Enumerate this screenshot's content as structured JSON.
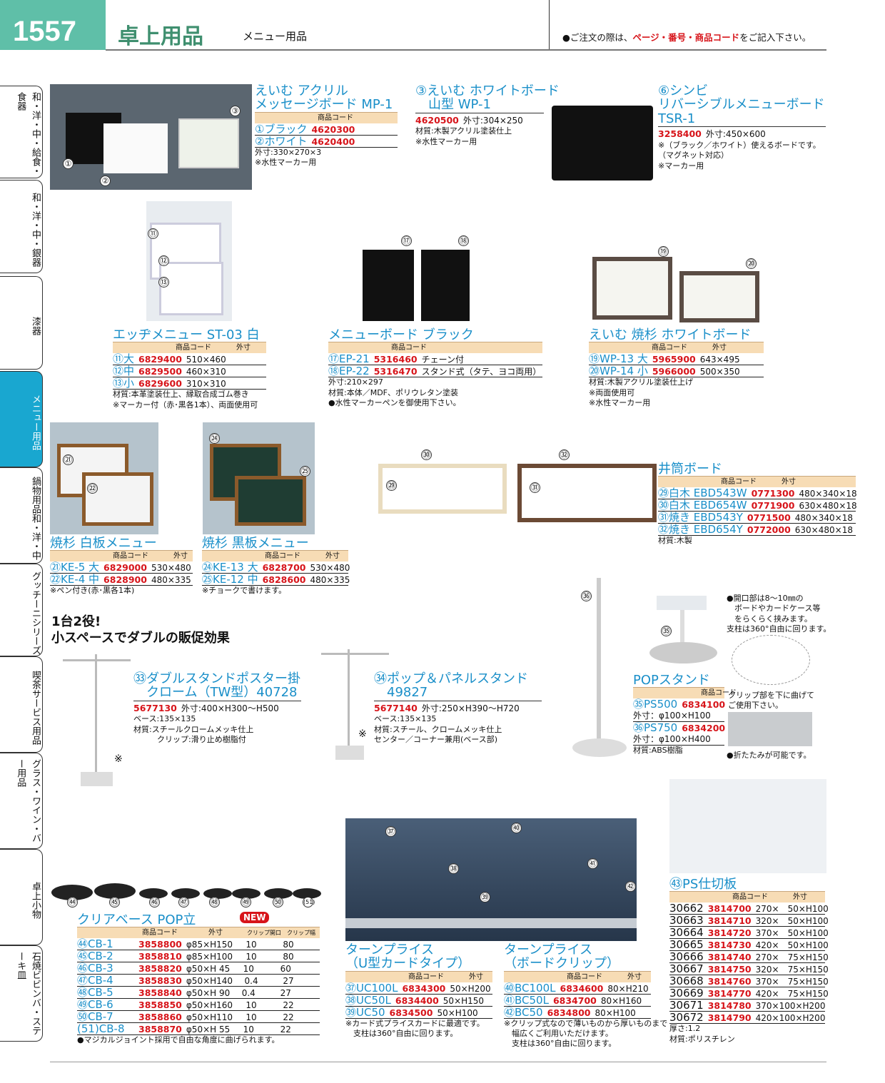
{
  "header": {
    "page_no": "1557",
    "category": "卓上用品",
    "subcategory": "メニュー用品",
    "order_pre": "●ご注文の際は、",
    "order_hl": "ページ・番号・商品コード",
    "order_post": "をご記入下さい。"
  },
  "colors": {
    "accent_green": "#5fbfa8",
    "accent_blue": "#1a8fc9",
    "code_red": "#d7141a",
    "active_tab": "#19a7d0",
    "table_header": "#f7dcb5"
  },
  "tabs": [
    {
      "label": "和・洋・中・給食・食器"
    },
    {
      "label": "和・洋・中・銀器"
    },
    {
      "label": "漆器"
    },
    {
      "label": "メニュー用品",
      "active": true
    },
    {
      "label": "鍋物用品和・洋・中"
    },
    {
      "label": "グッチーニシリーズ"
    },
    {
      "label": "喫茶サービス用品"
    },
    {
      "label": "グラス・ワイン・バー用品"
    },
    {
      "label": "卓上小物"
    },
    {
      "label": "石焼ビビンバ・ステーキ皿"
    }
  ],
  "tagline": [
    "1台2役!",
    "小スペースでダブルの販促効果"
  ],
  "new_badge": "NEW",
  "blocks": {
    "mp1": {
      "title": [
        "えいむ アクリル",
        "メッセージボード MP-1"
      ],
      "header": [
        "",
        "商品コード"
      ],
      "rows": [
        {
          "name": "①ブラック",
          "code": "4620300"
        },
        {
          "name": "②ホワイト",
          "code": "4620400"
        }
      ],
      "notes": [
        "外寸:330×270×3",
        "※水性マーカー用"
      ]
    },
    "wp1": {
      "title": [
        "③えいむ ホワイトボード",
        "　山型 WP-1"
      ],
      "line": true,
      "plain": [
        {
          "code": "4620500",
          "size": "外寸:304×250"
        }
      ],
      "notes": [
        "材質:木製アクリル塗装仕上",
        "※水性マーカー用"
      ]
    },
    "tsr1": {
      "title": [
        "⑥シンビ",
        "リバーシブルメニューボード",
        "TSR-1"
      ],
      "line": true,
      "plain": [
        {
          "code": "3258400",
          "size": "外寸:450×600"
        }
      ],
      "notes": [
        "※（ブラック／ホワイト）使えるボードです。",
        "（マグネット対応）",
        "※マーカー用"
      ]
    },
    "st03": {
      "title": [
        "エッヂメニュー ST-03 白"
      ],
      "header": [
        "",
        "商品コード",
        "外寸"
      ],
      "rows": [
        {
          "name": "⑪大",
          "code": "6829400",
          "size": "510×460"
        },
        {
          "name": "⑫中",
          "code": "6829500",
          "size": "460×310"
        },
        {
          "name": "⑬小",
          "code": "6829600",
          "size": "310×310"
        }
      ],
      "notes": [
        "材質:本革塗装仕上、縁取合成ゴム巻き",
        "※マーカー付（赤･黒各1本）、両面使用可"
      ]
    },
    "ep": {
      "title": [
        "メニューボード ブラック"
      ],
      "header": [
        "",
        "商品コード"
      ],
      "rows": [
        {
          "name": "⑰EP-21",
          "code": "5316460",
          "size": "チェーン付"
        },
        {
          "name": "⑱EP-22",
          "code": "5316470",
          "size": "スタンド式（タテ、ヨコ両用）"
        }
      ],
      "notes": [
        "外寸:210×297",
        "材質:本体／MDF、ポリウレタン塗装",
        "●水性マーカーペンを御使用下さい。"
      ]
    },
    "wp13": {
      "title": [
        "えいむ 焼杉 ホワイトボード"
      ],
      "header": [
        "",
        "商品コード",
        "外寸"
      ],
      "rows": [
        {
          "name": "⑲WP-13 大",
          "code": "5965900",
          "size": "643×495"
        },
        {
          "name": "⑳WP-14 小",
          "code": "5966000",
          "size": "500×350"
        }
      ],
      "notes": [
        "材質:木製アクリル塗装仕上げ",
        "※両面使用可",
        "※水性マーカー用"
      ]
    },
    "idutsu": {
      "title": [
        "井筒ボード"
      ],
      "header": [
        "",
        "商品コード",
        "外寸"
      ],
      "rows": [
        {
          "name": "㉙白木 EBD543W",
          "code": "0771300",
          "size": "480×340×18"
        },
        {
          "name": "㉚白木 EBD654W",
          "code": "0771900",
          "size": "630×480×18"
        },
        {
          "name": "㉛焼き EBD543Y",
          "code": "0771500",
          "size": "480×340×18"
        },
        {
          "name": "㉜焼き EBD654Y",
          "code": "0772000",
          "size": "630×480×18"
        }
      ],
      "notes": [
        "材質:木製"
      ]
    },
    "ke5": {
      "title": [
        "焼杉 白板メニュー"
      ],
      "header": [
        "",
        "商品コード",
        "外寸"
      ],
      "rows": [
        {
          "name": "㉑KE-5 大",
          "code": "6829000",
          "size": "530×480"
        },
        {
          "name": "㉒KE-4 中",
          "code": "6828900",
          "size": "480×335"
        }
      ],
      "notes": [
        "※ペン付き(赤･黒各1本)"
      ]
    },
    "ke13": {
      "title": [
        "焼杉 黒板メニュー"
      ],
      "header": [
        "",
        "商品コード",
        "外寸"
      ],
      "rows": [
        {
          "name": "㉔KE-13 大",
          "code": "6828700",
          "size": "530×480"
        },
        {
          "name": "㉕KE-12 中",
          "code": "6828600",
          "size": "480×335"
        }
      ],
      "notes": [
        "※チョークで書けます。"
      ]
    },
    "tw": {
      "title": [
        "㉝ダブルスタンドポスター掛",
        "　クローム（TW型）40728"
      ],
      "line": true,
      "plain": [
        {
          "code": "5677130",
          "size": "外寸:400×H300～H500"
        }
      ],
      "notes": [
        "ベース:135×135",
        "材質:スチールクロームメッキ仕上",
        "　　　クリップ:滑り止め樹脂付"
      ]
    },
    "pop": {
      "title": [
        "㉞ポップ＆パネルスタンド",
        "　49827"
      ],
      "line": true,
      "plain": [
        {
          "code": "5677140",
          "size": "外寸:250×H390～H720"
        }
      ],
      "notes": [
        "ベース:135×135",
        "材質:スチール、クロームメッキ仕上",
        "センター／コーナー兼用(ベース部)"
      ]
    },
    "popstand": {
      "title": [
        "POPスタンド"
      ],
      "header": [
        "",
        "商品コード"
      ],
      "rows": [
        {
          "name": "㉟PS500",
          "code": "6834100",
          "sub": "外寸：φ100×H100"
        },
        {
          "name": "㊱PS750",
          "code": "6834200",
          "sub": "外寸：φ100×H400"
        }
      ],
      "notes": [
        "材質:ABS樹脂"
      ]
    },
    "cb": {
      "title": [
        "クリアベース POP立"
      ],
      "header": [
        "",
        "商品コード",
        "外寸",
        "クリップ開口",
        "クリップ幅"
      ],
      "rows": [
        {
          "name": "㊹CB-1",
          "code": "3858800",
          "size": "φ85×H150",
          "ex": [
            "10",
            "80"
          ]
        },
        {
          "name": "㊺CB-2",
          "code": "3858810",
          "size": "φ85×H100",
          "ex": [
            "10",
            "80"
          ]
        },
        {
          "name": "㊻CB-3",
          "code": "3858820",
          "size": "φ50×H 45",
          "ex": [
            "10",
            "60"
          ]
        },
        {
          "name": "㊼CB-4",
          "code": "3858830",
          "size": "φ50×H140",
          "ex": [
            "0.4",
            "27"
          ]
        },
        {
          "name": "㊽CB-5",
          "code": "3858840",
          "size": "φ50×H 90",
          "ex": [
            "0.4",
            "27"
          ]
        },
        {
          "name": "㊾CB-6",
          "code": "3858850",
          "size": "φ50×H160",
          "ex": [
            "10",
            "22"
          ]
        },
        {
          "name": "㊿CB-7",
          "code": "3858860",
          "size": "φ50×H110",
          "ex": [
            "10",
            "22"
          ]
        },
        {
          "name": "(51)CB-8",
          "code": "3858870",
          "size": "φ50×H 55",
          "ex": [
            "10",
            "22"
          ]
        }
      ],
      "notes": [
        "●マジカルジョイント採用で自由な角度に曲げられます。"
      ]
    },
    "uc": {
      "title": [
        "ターンプライス",
        "（U型カードタイプ）"
      ],
      "header": [
        "",
        "商品コード",
        "外寸"
      ],
      "rows": [
        {
          "name": "㊲UC100L",
          "code": "6834300",
          "size": "50×H200"
        },
        {
          "name": "㊳UC50L",
          "code": "6834400",
          "size": "50×H150"
        },
        {
          "name": "㊴UC50",
          "code": "6834500",
          "size": "50×H100"
        }
      ],
      "notes": [
        "※カード式プライスカードに最適です。",
        "　支柱は360°自由に回ります。"
      ]
    },
    "bc": {
      "title": [
        "ターンプライス",
        "（ボードクリップ）"
      ],
      "header": [
        "",
        "商品コード",
        "外寸"
      ],
      "rows": [
        {
          "name": "㊵BC100L",
          "code": "6834600",
          "size": "80×H210"
        },
        {
          "name": "㊶BC50L",
          "code": "6834700",
          "size": "80×H160"
        },
        {
          "name": "㊷BC50",
          "code": "6834800",
          "size": "80×H100"
        }
      ],
      "notes": [
        "※クリップ式なので薄いものから厚いものまで",
        "　幅広くご利用いただけます。",
        "　支柱は360°自由に回ります。"
      ]
    },
    "ps": {
      "title": [
        "㊸PS仕切板"
      ],
      "header": [
        "",
        "商品コード",
        "外寸"
      ],
      "black_names": true,
      "rows": [
        {
          "name": "30662",
          "code": "3814700",
          "size": "270×　50×H100"
        },
        {
          "name": "30663",
          "code": "3814710",
          "size": "320×　50×H100"
        },
        {
          "name": "30664",
          "code": "3814720",
          "size": "370×　50×H100"
        },
        {
          "name": "30665",
          "code": "3814730",
          "size": "420×　50×H100"
        },
        {
          "name": "30666",
          "code": "3814740",
          "size": "270×　75×H150"
        },
        {
          "name": "30667",
          "code": "3814750",
          "size": "320×　75×H150"
        },
        {
          "name": "30668",
          "code": "3814760",
          "size": "370×　75×H150"
        },
        {
          "name": "30669",
          "code": "3814770",
          "size": "420×　75×H150"
        },
        {
          "name": "30671",
          "code": "3814780",
          "size": "370×100×H200"
        },
        {
          "name": "30672",
          "code": "3814790",
          "size": "420×100×H200"
        }
      ],
      "notes": [
        "厚さ:1.2",
        "材質:ポリスチレン"
      ]
    }
  },
  "popstand_side": {
    "features": [
      "●開口部は8～10㎜の",
      "　ボードやカードケース等",
      "　をらくらく挟みます。",
      "支柱は360°自由に回ります。"
    ],
    "clip_note": [
      "クリップ部を下に曲げて",
      "ご使用下さい。"
    ],
    "fold_note": "●折たたみが可能です。"
  },
  "callouts": [
    "①",
    "②",
    "③",
    "⑪",
    "⑫",
    "⑬",
    "⑰",
    "⑱",
    "⑲",
    "⑳",
    "㉑",
    "㉒",
    "㉔",
    "㉕",
    "㉙",
    "㉚",
    "㉛",
    "㉜",
    "㉟",
    "㊱",
    "㊲",
    "㊳",
    "㊴",
    "㊵",
    "㊶",
    "㊷",
    "㊹",
    "㊺",
    "㊻",
    "㊼",
    "㊽",
    "㊾",
    "㊿",
    "(51)"
  ],
  "marks": {
    "asterisk": "※"
  }
}
